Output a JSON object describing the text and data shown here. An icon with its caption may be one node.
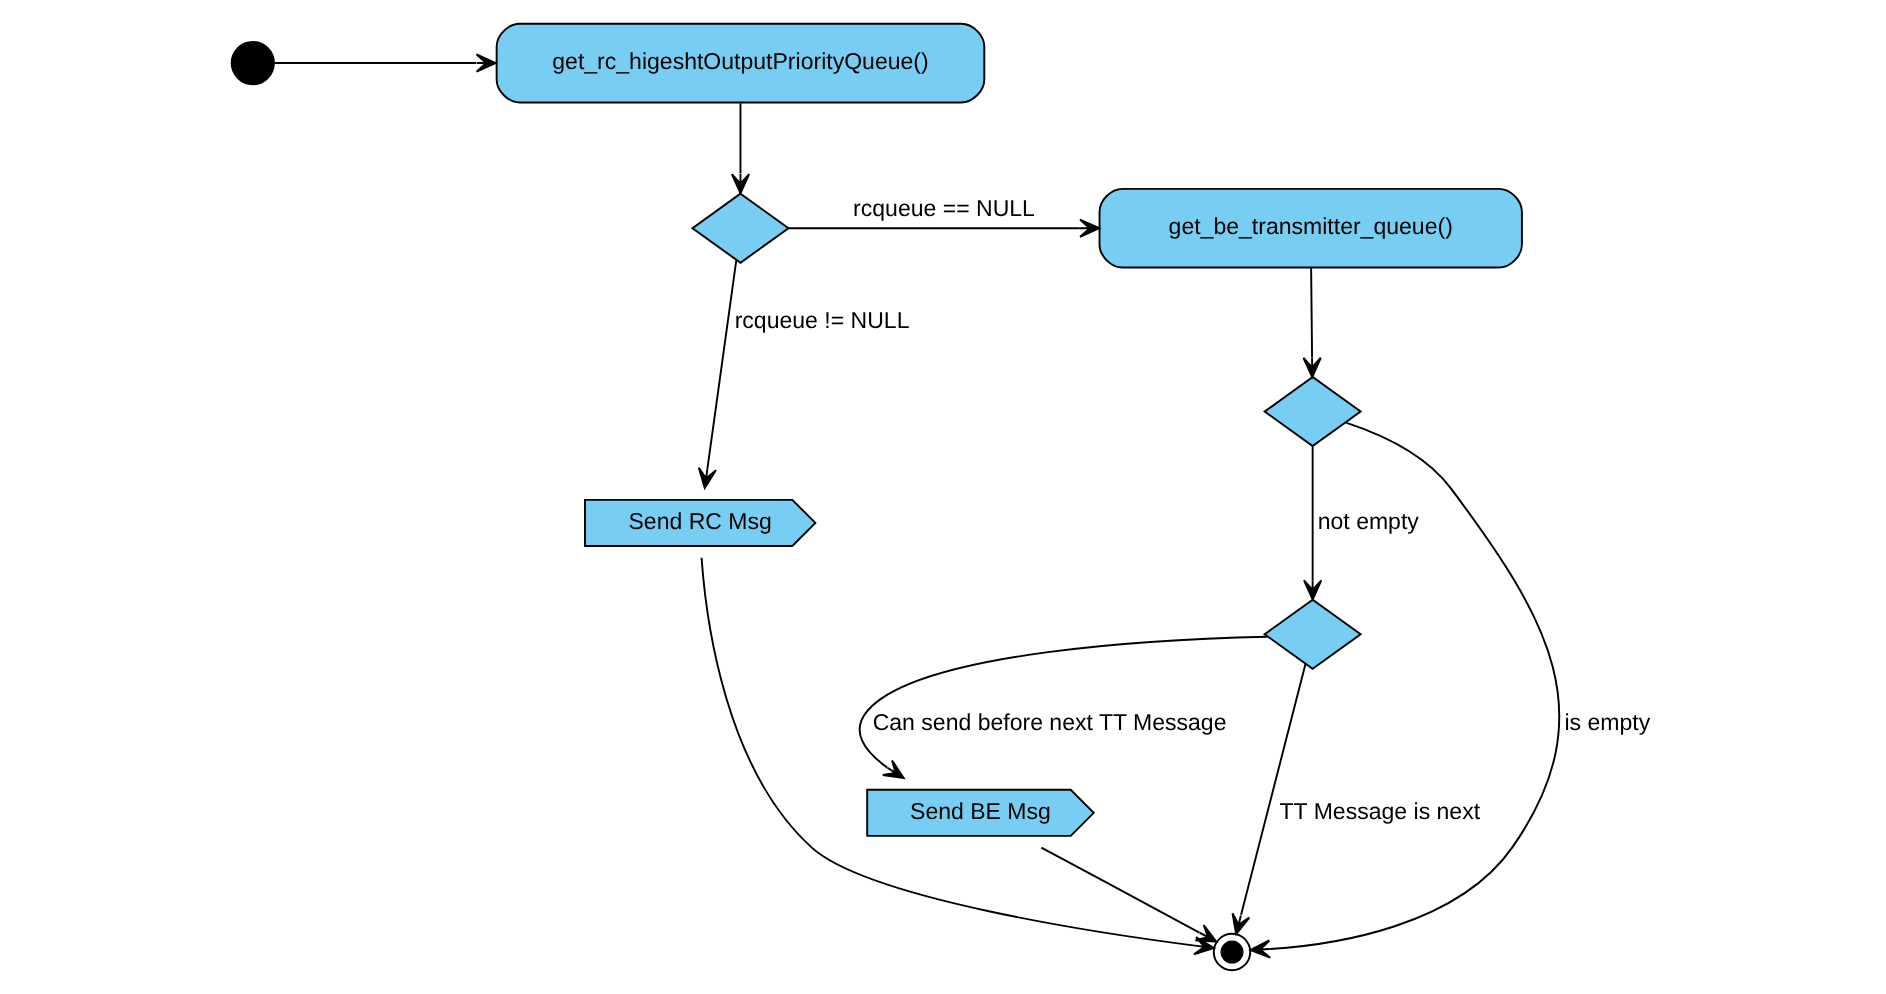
{
  "diagram": {
    "nodes": [
      {
        "text": [
          "get_rc_higeshtOutputPriorityQueue()"
        ]
      },
      {
        "text": [],
        "shape": "circle"
      },
      {
        "text": [],
        "shape": "diamond"
      },
      {
        "text": [
          "get_be_transmitter_queue()"
        ]
      },
      {
        "text": [],
        "shape": "diamond"
      },
      {
        "text": [],
        "shape": "diamond"
      },
      {
        "text": [
          "Send RC Msg"
        ]
      },
      {
        "text": [
          "Send BE Msg"
        ]
      },
      {
        "text": [],
        "shape": "circle"
      }
    ],
    "edges": [
      {
        "from": 1,
        "to": 0,
        "arrow": "to"
      },
      {
        "from": 0,
        "to": 2,
        "arrow": "to"
      },
      {
        "from": 2,
        "to": 3,
        "arrow": "to",
        "label": "rcqueue == NULL"
      },
      {
        "from": 2,
        "to": 6,
        "arrow": "to",
        "label": "rcqueue != NULL"
      },
      {
        "from": 3,
        "to": 4,
        "arrow": "to"
      },
      {
        "from": 4,
        "to": 8,
        "arrow": "to",
        "label": "is empty"
      },
      {
        "from": 4,
        "to": 5,
        "arrow": "to",
        "label": "not empty"
      },
      {
        "from": 5,
        "to": 8,
        "arrow": "to",
        "label": "TT Message is next"
      },
      {
        "from": 5,
        "to": 7,
        "arrow": "to",
        "label": "Can send before next TT Message"
      },
      {
        "from": 6,
        "to": 8,
        "arrow": "to"
      },
      {
        "from": 7,
        "to": 8,
        "arrow": "to"
      }
    ]
  }
}
